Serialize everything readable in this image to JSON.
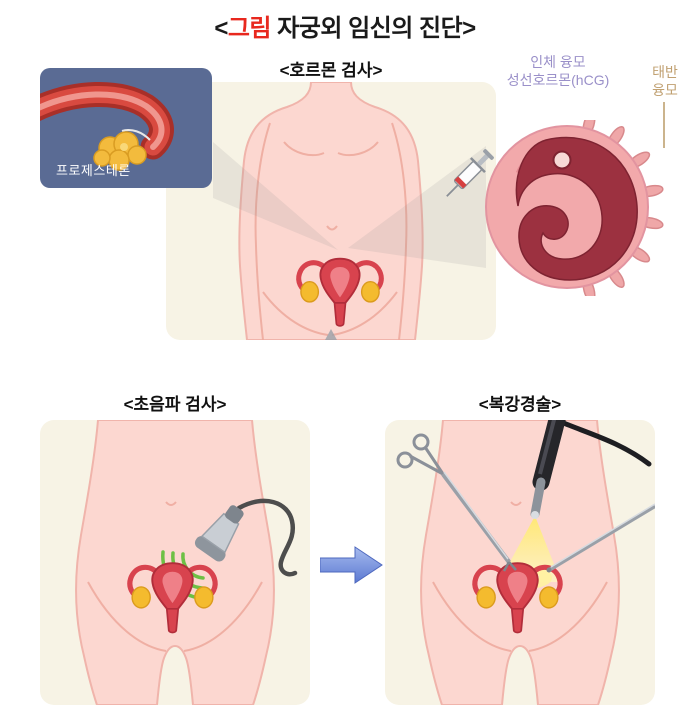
{
  "title": {
    "open": "<",
    "highlight": "그림",
    "rest": " 자궁외 임신의 진단>"
  },
  "sections": {
    "hormone": {
      "label": "<호르몬 검사>"
    },
    "ultrasound": {
      "label": "<초음파 검사>"
    },
    "laparoscopy": {
      "label": "<복강경술>"
    }
  },
  "annotations": {
    "progesterone": "프로제스테론",
    "hcg_line1": "인체 융모",
    "hcg_line2": "성선호르몬(hCG)",
    "placenta_line1": "태반",
    "placenta_line2": "융모"
  },
  "icons": {
    "syringe": "syringe-icon",
    "arrow": "arrow-right-icon",
    "ultrasound_probe": "ultrasound-probe-icon",
    "laparoscope": "laparoscope-icon",
    "grasper": "grasper-forceps-icon"
  },
  "colors": {
    "title_accent": "#e8281e",
    "panel_bg": "#f7f3e5",
    "progesterone_box_bg": "#5a6b94",
    "hcg_label_text": "#9a90c9",
    "placenta_label_text": "#c0a071",
    "skin": "#fcd7d0",
    "skin_outline": "#f0b4ab",
    "uterus_red": "#d8434e",
    "ovary_yellow": "#f4bb2e",
    "embryo_dark_red": "#9c3140",
    "circle_pink": "#f2a9ab",
    "arrow_blue": "#5b79d2",
    "ultrasound_wave_green": "#6dc044",
    "laparoscopy_light_yellow": "#ffe86e"
  }
}
